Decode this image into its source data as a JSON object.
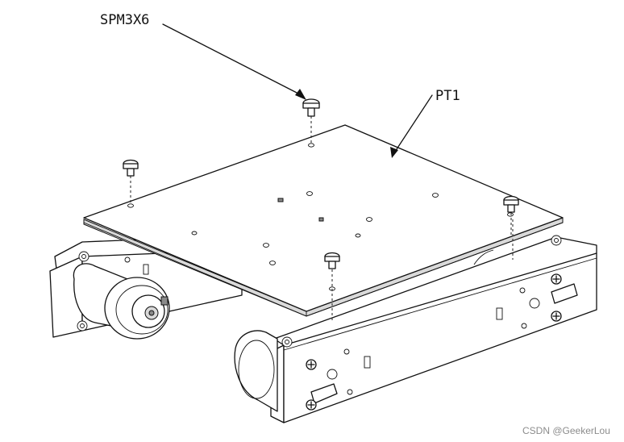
{
  "labels": {
    "screw_callout": "SPM3X6",
    "plate_callout": "PT1"
  },
  "watermark": "CSDN @GeekerLou"
}
